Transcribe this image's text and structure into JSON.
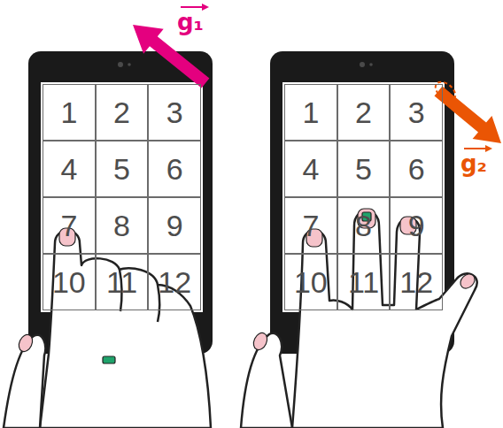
{
  "diagram": {
    "nodes": [
      {
        "text": [
          "1"
        ]
      },
      {
        "text": [
          "2"
        ]
      },
      {
        "text": [
          "3"
        ]
      },
      {
        "text": [
          "4"
        ]
      },
      {
        "text": [
          "5"
        ]
      },
      {
        "text": [
          "6"
        ]
      },
      {
        "text": [
          "7"
        ]
      },
      {
        "text": [
          "8"
        ]
      },
      {
        "text": [
          "9"
        ]
      },
      {
        "text": [
          "10"
        ]
      },
      {
        "text": [
          "11"
        ]
      },
      {
        "text": [
          "12"
        ]
      },
      {
        "text": [
          "1"
        ]
      },
      {
        "text": [
          "2"
        ]
      },
      {
        "text": [
          "3"
        ]
      },
      {
        "text": [
          "4"
        ]
      },
      {
        "text": [
          "5"
        ]
      },
      {
        "text": [
          "6"
        ]
      },
      {
        "text": [
          "7"
        ]
      },
      {
        "text": [
          "8"
        ]
      },
      {
        "text": [
          "9"
        ]
      },
      {
        "text": [
          "10"
        ]
      },
      {
        "text": [
          "11"
        ]
      },
      {
        "text": [
          "12"
        ]
      }
    ],
    "labels": [
      "g₁",
      "g₂"
    ]
  }
}
